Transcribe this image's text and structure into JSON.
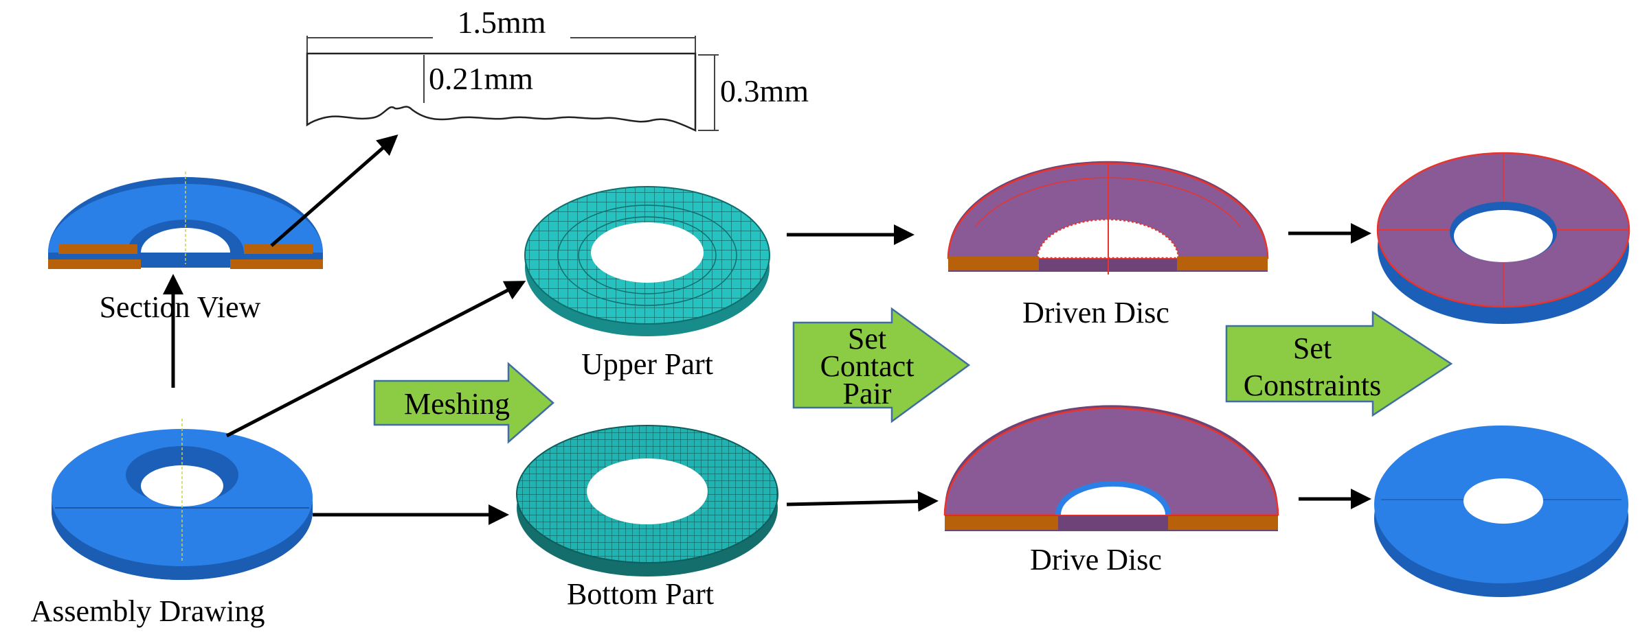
{
  "dimensions": {
    "width_label": "1.5mm",
    "depth_label": "0.21mm",
    "height_label": "0.3mm"
  },
  "labels": {
    "section_view": "Section View",
    "assembly_drawing": "Assembly Drawing",
    "upper_part": "Upper Part",
    "bottom_part": "Bottom Part",
    "driven_disc": "Driven Disc",
    "drive_disc": "Drive Disc"
  },
  "steps": {
    "meshing": [
      "Meshing"
    ],
    "set_contact_pair": [
      "Set",
      "Contact",
      "Pair"
    ],
    "set_constraints": [
      "Set",
      "Constraints"
    ]
  },
  "colors": {
    "disc_blue": "#2a80e6",
    "disc_blue_dark": "#1c5fb8",
    "mesh_teal": "#25c2c0",
    "contact_purple": "#8a5a96",
    "cross_section_brown": "#b8610b",
    "step_arrow_fill": "#8ccc45",
    "step_arrow_stroke": "#3f6f9e",
    "boundary_red": "#e8342d"
  }
}
